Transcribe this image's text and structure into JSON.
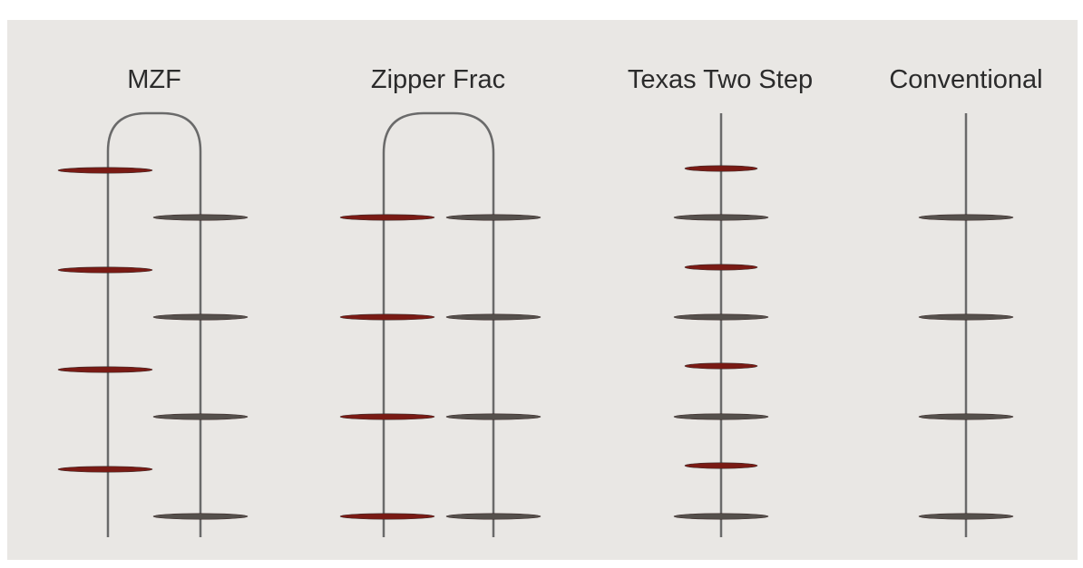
{
  "colors": {
    "background": "#e9e7e4",
    "wellbore": "#6a6a6a",
    "fracture_stimulated_first": "#7a1a14",
    "fracture_stimulated_second": "#55504c",
    "text": "#2b2b2b"
  },
  "diagrams": [
    {
      "title": "MZF",
      "type": "u-tube",
      "left_well_fractures": [
        {
          "stage": 1,
          "color": "red"
        },
        {
          "stage": 2,
          "color": "red"
        },
        {
          "stage": 3,
          "color": "red"
        },
        {
          "stage": 4,
          "color": "red"
        }
      ],
      "right_well_fractures": [
        {
          "stage": 1,
          "color": "gray"
        },
        {
          "stage": 2,
          "color": "gray"
        },
        {
          "stage": 3,
          "color": "gray"
        },
        {
          "stage": 4,
          "color": "gray"
        }
      ],
      "staggered": true
    },
    {
      "title": "Zipper Frac",
      "type": "u-tube",
      "left_well_fractures": [
        {
          "stage": 1,
          "color": "red"
        },
        {
          "stage": 2,
          "color": "red"
        },
        {
          "stage": 3,
          "color": "red"
        },
        {
          "stage": 4,
          "color": "red"
        }
      ],
      "right_well_fractures": [
        {
          "stage": 1,
          "color": "gray"
        },
        {
          "stage": 2,
          "color": "gray"
        },
        {
          "stage": 3,
          "color": "gray"
        },
        {
          "stage": 4,
          "color": "gray"
        }
      ],
      "staggered": false
    },
    {
      "title": "Texas Two Step",
      "type": "single",
      "fractures": [
        "red",
        "gray",
        "red",
        "gray",
        "red",
        "gray",
        "red",
        "gray"
      ]
    },
    {
      "title": "Conventional",
      "type": "single",
      "fractures": [
        "gray",
        "gray",
        "gray",
        "gray"
      ]
    }
  ]
}
